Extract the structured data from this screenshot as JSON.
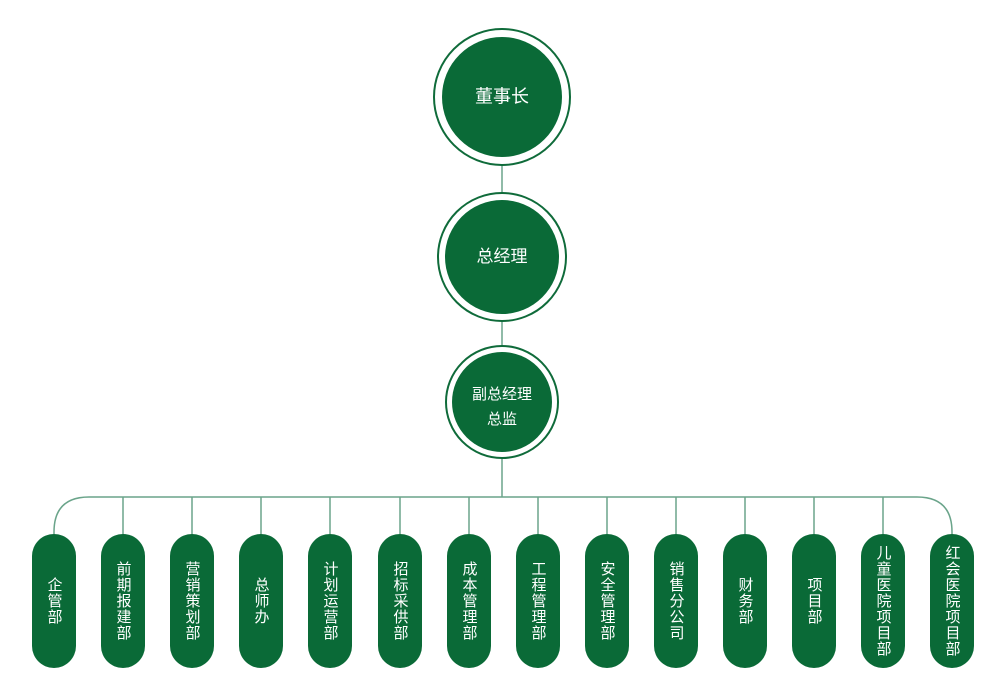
{
  "theme": {
    "node_fill": "#0a6a37",
    "node_ring": "#0f6b3a",
    "connector": "#6aa48a",
    "text": "#ffffff"
  },
  "top_nodes": [
    {
      "id": "chairman",
      "lines": [
        "董事长"
      ]
    },
    {
      "id": "general-manager",
      "lines": [
        "总经理"
      ]
    },
    {
      "id": "deputy-gm",
      "lines": [
        "副总经理",
        "总监"
      ]
    }
  ],
  "departments": [
    {
      "id": "enterprise-management",
      "label": "企管部"
    },
    {
      "id": "preliminary-construction",
      "label": "前期报建部"
    },
    {
      "id": "marketing-planning",
      "label": "营销策划部"
    },
    {
      "id": "chief-engineer-office",
      "label": "总师办"
    },
    {
      "id": "planning-operations",
      "label": "计划运营部"
    },
    {
      "id": "tendering-procurement",
      "label": "招标采供部"
    },
    {
      "id": "cost-management",
      "label": "成本管理部"
    },
    {
      "id": "engineering-management",
      "label": "工程管理部"
    },
    {
      "id": "safety-management",
      "label": "安全管理部"
    },
    {
      "id": "sales-branch",
      "label": "销售分公司"
    },
    {
      "id": "finance",
      "label": "财务部"
    },
    {
      "id": "projects",
      "label": "项目部"
    },
    {
      "id": "childrens-hospital-project",
      "label": "儿童医院项目部"
    },
    {
      "id": "red-cross-hospital-project",
      "label": "红会医院项目部"
    }
  ]
}
